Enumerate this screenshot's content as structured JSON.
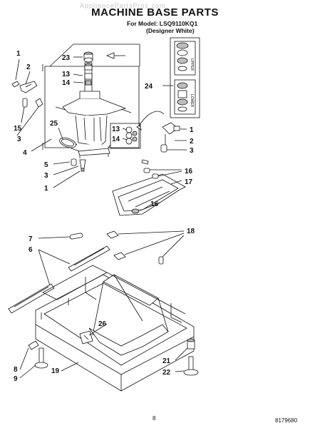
{
  "watermark": "AppliancePartsPros.com",
  "header": {
    "title": "MACHINE BASE PARTS",
    "model_line": "For Model: LSQ9110KQ1",
    "color_line": "(Designer White)"
  },
  "inset_labels": {
    "upper": "UPPER",
    "lower": "LOWER"
  },
  "footer": {
    "page_number": "8",
    "doc_number": "8179680"
  },
  "callouts": {
    "c1_top": "1",
    "c2_top": "2",
    "c15": "15",
    "c3_left": "3",
    "c4": "4",
    "c23": "23",
    "c13_top": "13",
    "c14_top": "14",
    "c25": "25",
    "c24": "24",
    "c13_mid": "13",
    "c14_mid": "14",
    "c1_right": "1",
    "c2_right": "2",
    "c3_right": "3",
    "c5": "5",
    "c3_low": "3",
    "c1_low": "1",
    "c16_top": "16",
    "c17": "17",
    "c16_mid": "16",
    "c7": "7",
    "c6": "6",
    "c18": "18",
    "c26": "26",
    "c8": "8",
    "c9": "9",
    "c19": "19",
    "c21": "21",
    "c22": "22"
  }
}
